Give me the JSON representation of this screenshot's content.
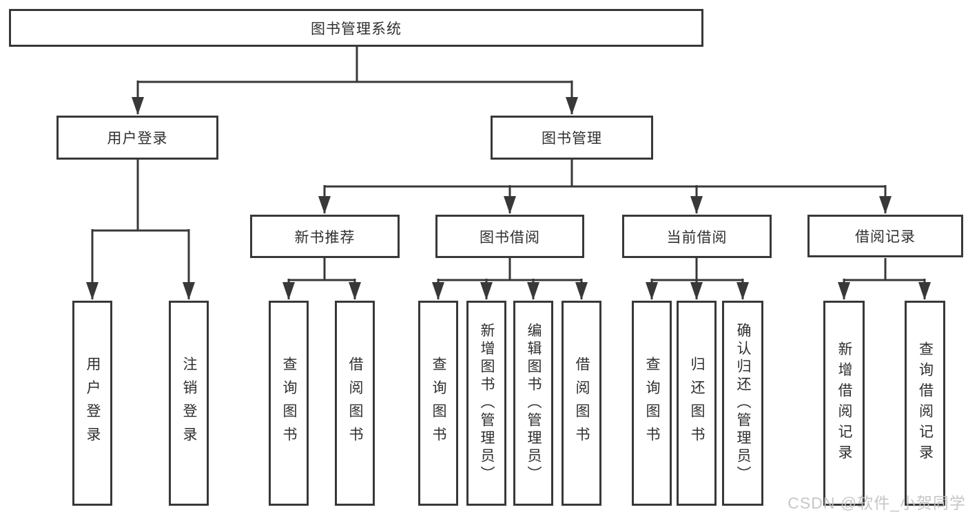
{
  "tree": {
    "label": "图书管理系统",
    "children": [
      {
        "label": "用户登录",
        "children": [
          {
            "label": "用户登录"
          },
          {
            "label": "注销登录"
          }
        ]
      },
      {
        "label": "图书管理",
        "children": [
          {
            "label": "新书推荐",
            "children": [
              {
                "label": "查询图书"
              },
              {
                "label": "借阅图书"
              }
            ]
          },
          {
            "label": "图书借阅",
            "children": [
              {
                "label": "查询图书"
              },
              {
                "label": "新增图书（管理员）"
              },
              {
                "label": "编辑图书（管理员）"
              },
              {
                "label": "借阅图书"
              }
            ]
          },
          {
            "label": "当前借阅",
            "children": [
              {
                "label": "查询图书"
              },
              {
                "label": "归还图书"
              },
              {
                "label": "确认归还（管理员）"
              }
            ]
          },
          {
            "label": "借阅记录",
            "children": [
              {
                "label": "新增借阅记录"
              },
              {
                "label": "查询借阅记录"
              }
            ]
          }
        ]
      }
    ]
  },
  "watermark": {
    "text": "CSDN @软件_小贺同学"
  },
  "colors": {
    "line": "#383838",
    "text": "#2f2f2f",
    "background": "#ffffff",
    "watermark": "#c2c2c2"
  }
}
